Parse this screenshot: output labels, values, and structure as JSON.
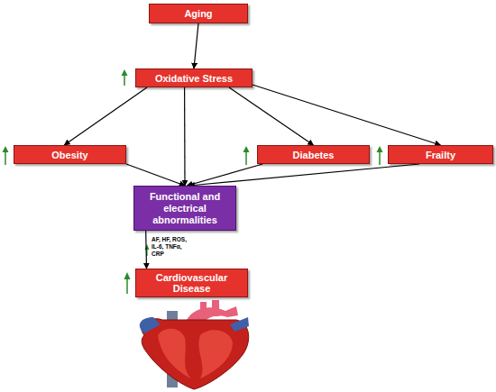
{
  "diagram": {
    "nodes": [
      {
        "text": [
          "Aging"
        ]
      },
      {
        "text": [
          "Oxidative Stress"
        ]
      },
      {
        "text": [
          "Obesity"
        ]
      },
      {
        "text": [
          "Diabetes"
        ]
      },
      {
        "text": [
          "Frailty"
        ]
      },
      {
        "text": [
          "Functional and electrical abnormalities"
        ]
      },
      {
        "text": [
          "Cardiovascular Disease"
        ]
      }
    ],
    "edges": [
      {
        "from": 0,
        "to": 1,
        "arrow": "to"
      },
      {
        "from": 1,
        "to": 2,
        "arrow": "to"
      },
      {
        "from": 1,
        "to": 5,
        "arrow": "to"
      },
      {
        "from": 1,
        "to": 3,
        "arrow": "to"
      },
      {
        "from": 1,
        "to": 4,
        "arrow": "to"
      },
      {
        "from": 2,
        "to": 5,
        "arrow": "to"
      },
      {
        "from": 3,
        "to": 5,
        "arrow": "to"
      },
      {
        "from": 4,
        "to": 5,
        "arrow": "to"
      },
      {
        "from": 5,
        "to": 6,
        "arrow": "to",
        "label": "AF, HF, ROS, IL-6, TNFα, CRP"
      }
    ]
  }
}
